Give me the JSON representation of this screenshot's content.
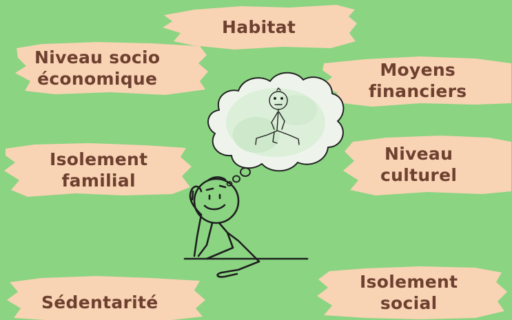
{
  "background_color": "#8ad482",
  "stroke_color": "#f8d3b4",
  "text_color": "#6e4030",
  "labels": {
    "habitat": [
      "Habitat"
    ],
    "niveau_socio": [
      "Niveau socio",
      "économique"
    ],
    "moyens": [
      "Moyens",
      "financiers"
    ],
    "isolement_familial": [
      "Isolement",
      "familial"
    ],
    "niveau_culturel": [
      "Niveau",
      "culturel"
    ],
    "sedentarite": [
      "Sédentarité"
    ],
    "isolement_social": [
      "Isolement",
      "social"
    ]
  }
}
